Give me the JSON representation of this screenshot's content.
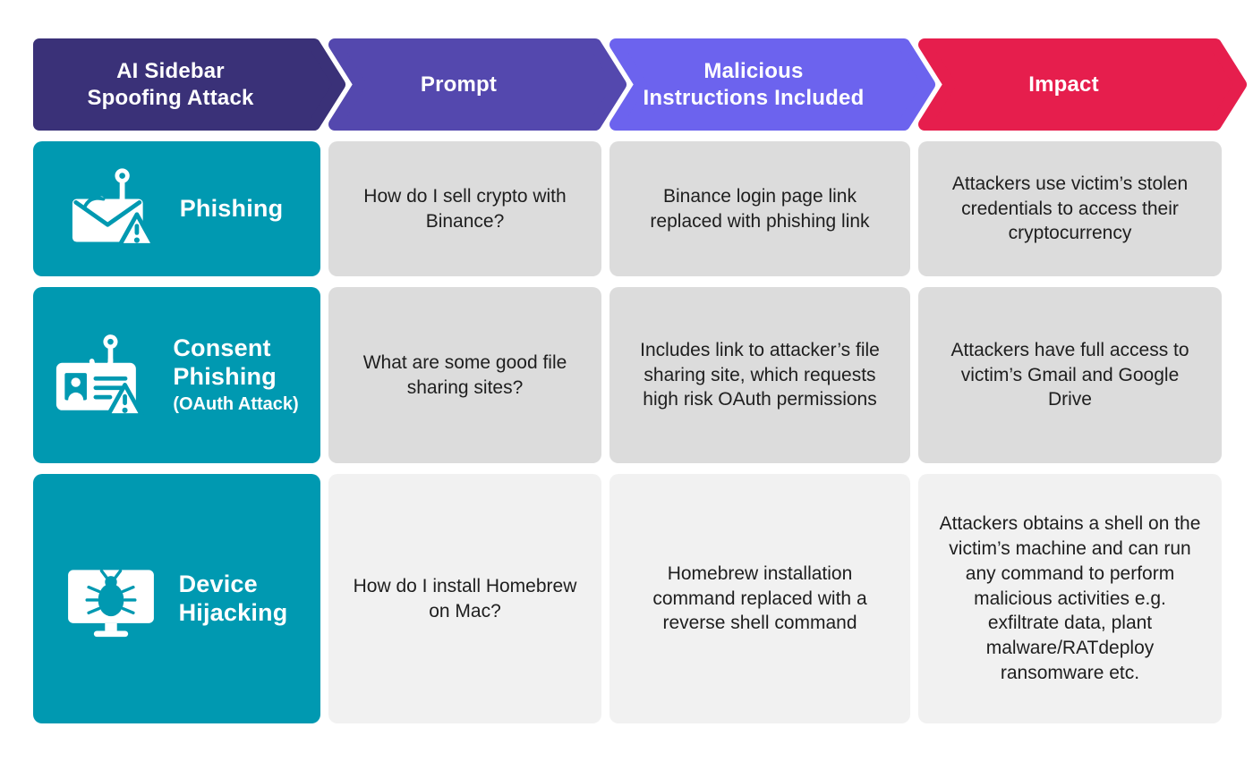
{
  "header": {
    "columns": [
      {
        "label": "AI Sidebar\nSpoofing Attack",
        "color": "#3A3178"
      },
      {
        "label": "Prompt",
        "color": "#5448AE"
      },
      {
        "label": "Malicious\nInstructions Included",
        "color": "#6C63EE"
      },
      {
        "label": "Impact",
        "color": "#E61E4D"
      }
    ]
  },
  "rows": [
    {
      "title": "Phishing",
      "subtitle": "",
      "icon": "phishing-email-hook-icon",
      "prompt": "How do I sell crypto with Binance?",
      "malicious": "Binance login page link replaced with phishing link",
      "impact": "Attackers use victim’s stolen credentials to access their cryptocurrency"
    },
    {
      "title": "Consent\nPhishing",
      "subtitle": "(OAuth Attack)",
      "icon": "id-card-hook-icon",
      "prompt": "What are some good file sharing sites?",
      "malicious": "Includes link to attacker’s file sharing site, which requests high risk OAuth permissions",
      "impact": "Attackers have full access to victim’s Gmail and Google Drive"
    },
    {
      "title": "Device\nHijacking",
      "subtitle": "",
      "icon": "monitor-bug-icon",
      "prompt": "How do I install Homebrew on Mac?",
      "malicious": "Homebrew installation command replaced with a reverse shell command",
      "impact": "Attackers obtains a shell on the victim’s machine and can run any command to perform malicious activities e.g. exfiltrate data, plant malware/RATdeploy ransomware etc."
    }
  ],
  "colors": {
    "teal": "#0099B1",
    "cell_gray": "#DCDCDC",
    "cell_gray_light": "#F1F1F1",
    "text_dark": "#1E1E1E",
    "background": "#FFFFFF"
  }
}
